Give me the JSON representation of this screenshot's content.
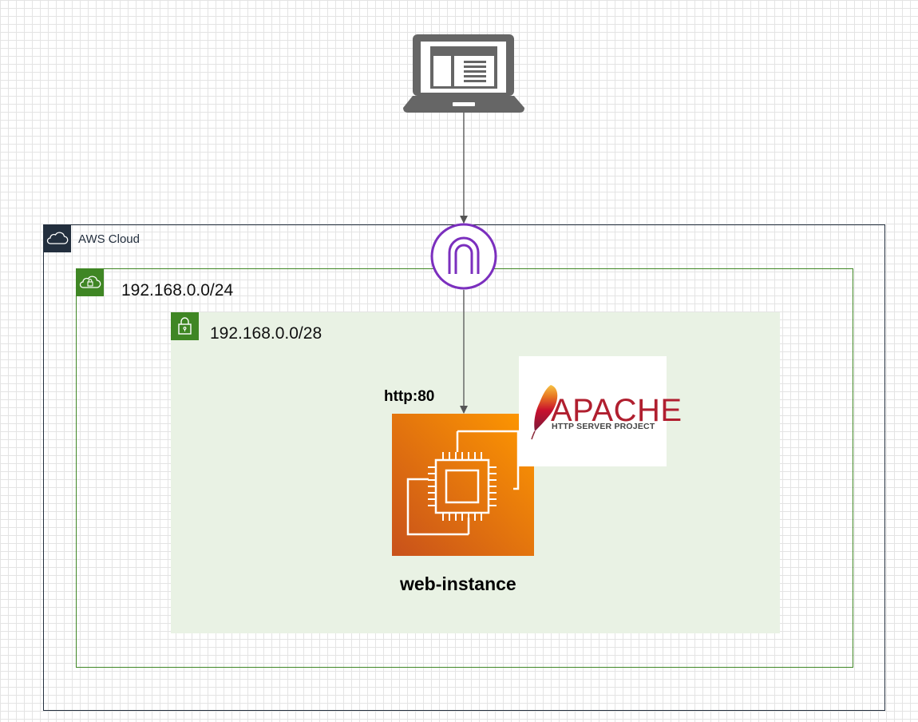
{
  "cloud": {
    "label": "AWS Cloud"
  },
  "vpc": {
    "cidr": "192.168.0.0/24"
  },
  "subnet": {
    "cidr": "192.168.0.0/28"
  },
  "instance": {
    "port_label": "http:80",
    "name": "web-instance"
  },
  "apache_logo": {
    "title": "APACHE",
    "subtitle": "HTTP SERVER PROJECT"
  },
  "colors": {
    "cloud_border": "#232f3e",
    "vpc_green": "#3f8624",
    "subnet_fill": "#e9f2e4",
    "gateway_purple": "#8c4fff",
    "ec2_orange_start": "#ff9900",
    "ec2_orange_end": "#c8511b",
    "apache_red": "#b01f2f"
  }
}
